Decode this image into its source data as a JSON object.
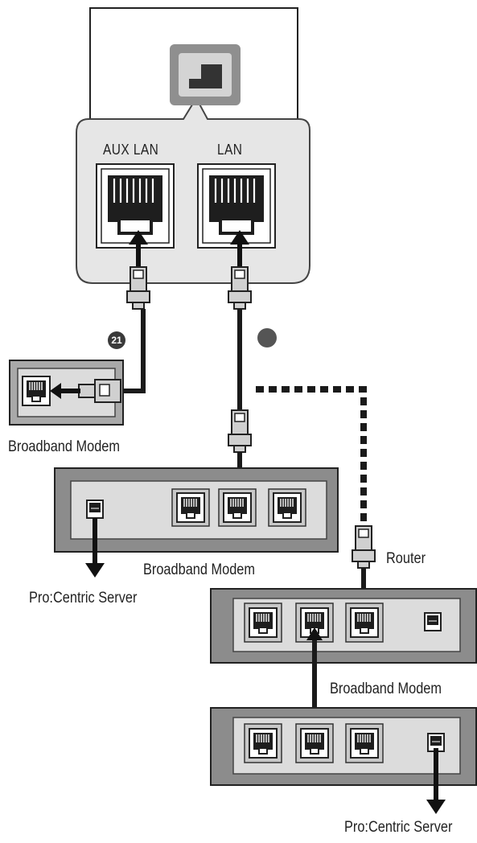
{
  "tv_panel": {
    "aux_lan_label": "AUX LAN",
    "lan_label": "LAN"
  },
  "markers": {
    "aux_badge": "21"
  },
  "labels": {
    "broadband_modem_1": "Broadband Modem",
    "broadband_modem_2": "Broadband Modem",
    "broadband_modem_3": "Broadband Modem",
    "router": "Router",
    "server_1": "Pro:Centric Server",
    "server_2": "Pro:Centric Server"
  },
  "colors": {
    "cable": "#1a1a1a",
    "panel_fill": "#e6e6e6",
    "device_outer": "#8c8c8c",
    "device_inner": "#dcdcdc",
    "dot": "#555555"
  },
  "icons": [
    "ethernet-port-icon",
    "rj45-plug-icon",
    "arrow-down-icon",
    "usb-port-icon"
  ]
}
